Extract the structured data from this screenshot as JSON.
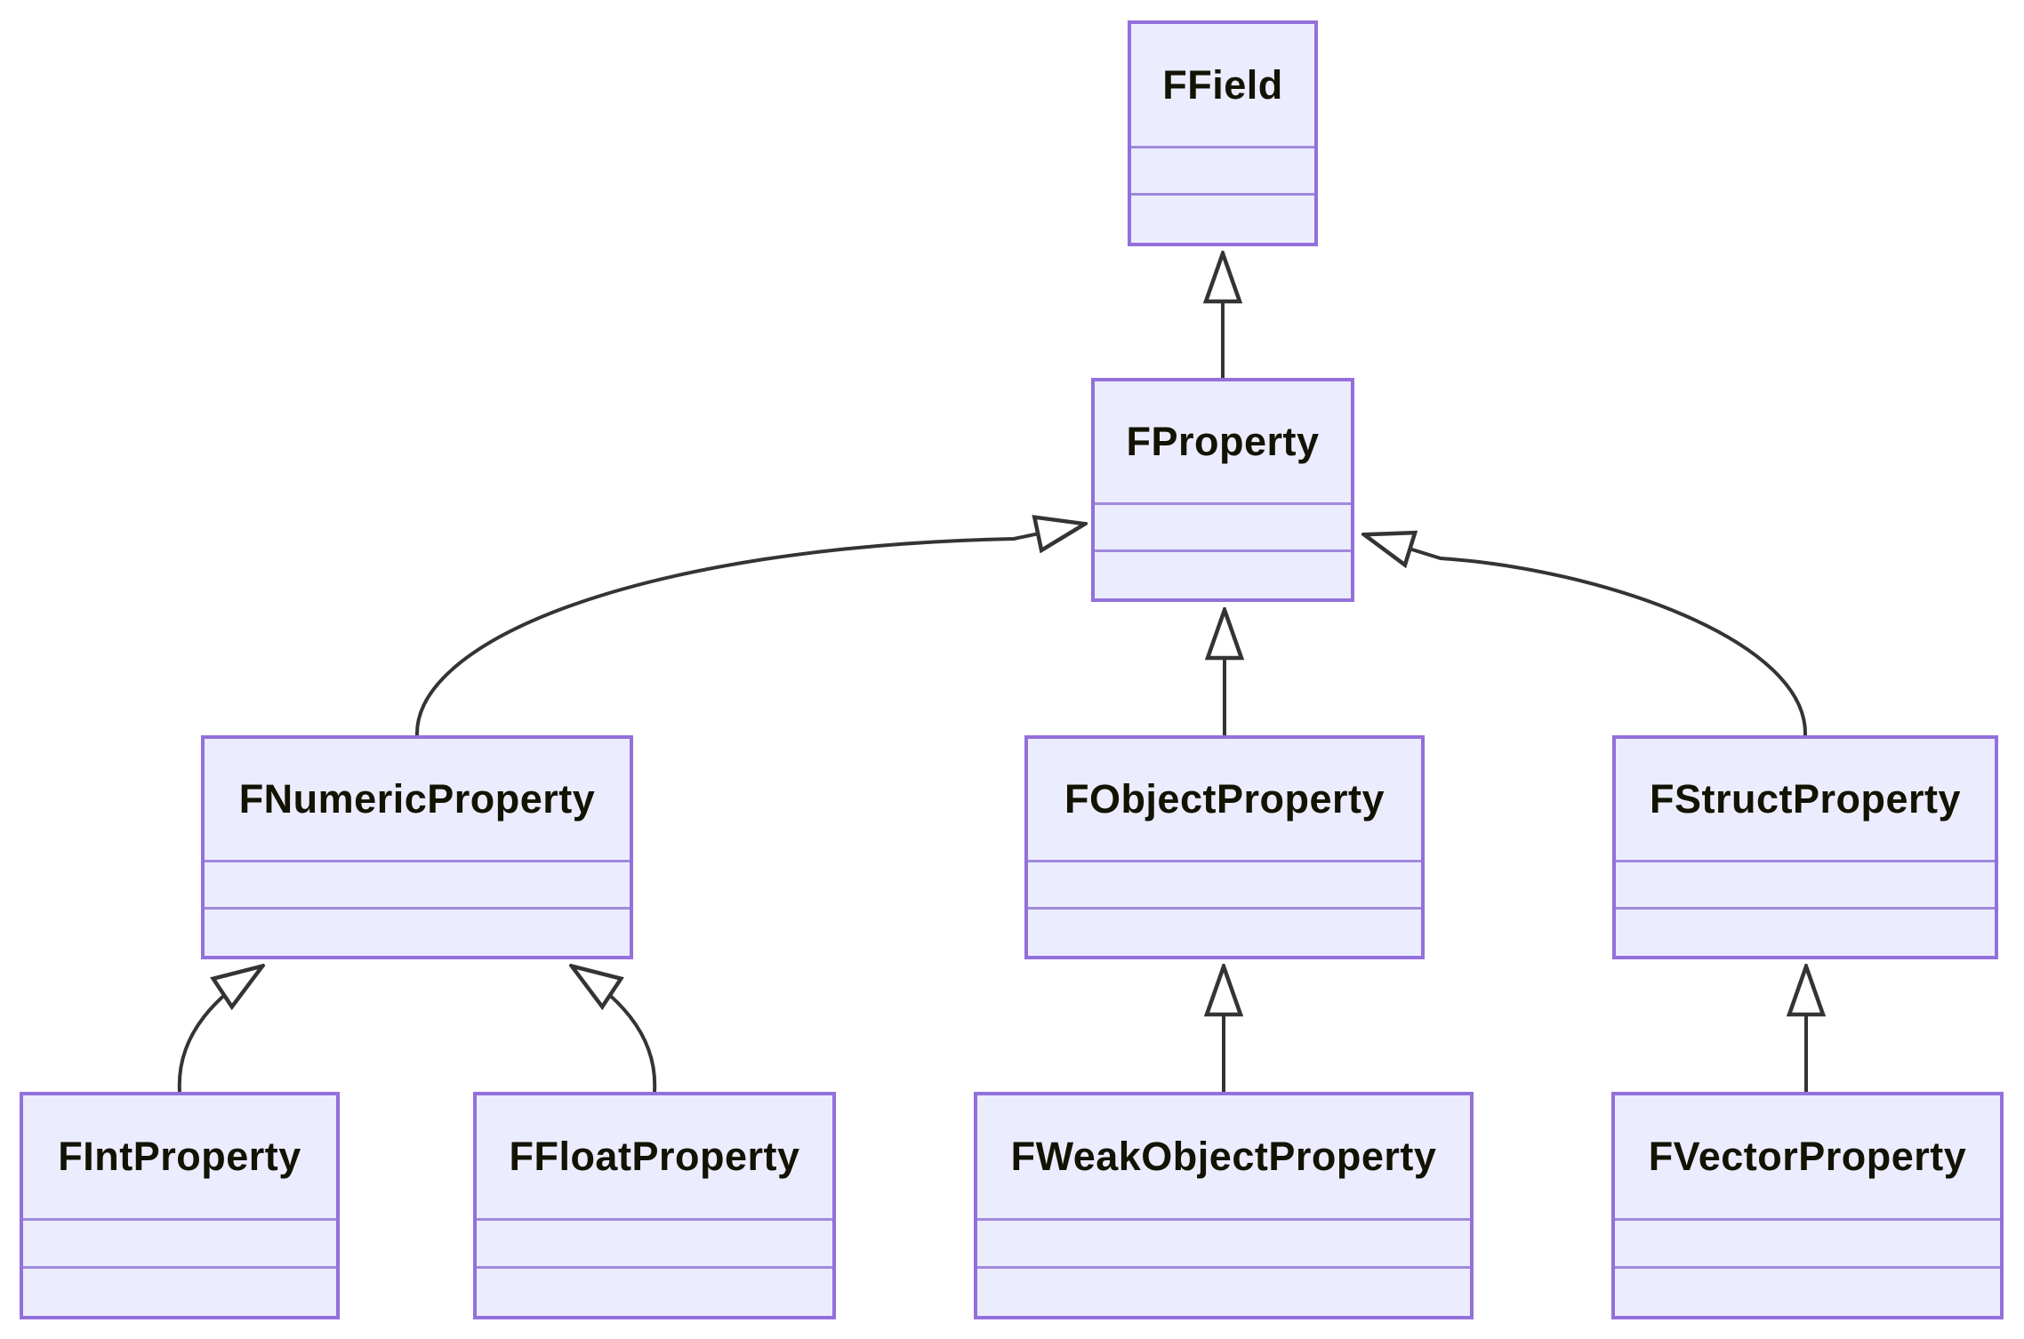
{
  "diagram": {
    "type": "uml-class-diagram",
    "classes": [
      {
        "name": "FField"
      },
      {
        "name": "FProperty"
      },
      {
        "name": "FNumericProperty"
      },
      {
        "name": "FObjectProperty"
      },
      {
        "name": "FStructProperty"
      },
      {
        "name": "FIntProperty"
      },
      {
        "name": "FFloatProperty"
      },
      {
        "name": "FWeakObjectProperty"
      },
      {
        "name": "FVectorProperty"
      }
    ],
    "relationships": [
      {
        "from": "FProperty",
        "to": "FField",
        "type": "inheritance"
      },
      {
        "from": "FNumericProperty",
        "to": "FProperty",
        "type": "inheritance"
      },
      {
        "from": "FObjectProperty",
        "to": "FProperty",
        "type": "inheritance"
      },
      {
        "from": "FStructProperty",
        "to": "FProperty",
        "type": "inheritance"
      },
      {
        "from": "FIntProperty",
        "to": "FNumericProperty",
        "type": "inheritance"
      },
      {
        "from": "FFloatProperty",
        "to": "FNumericProperty",
        "type": "inheritance"
      },
      {
        "from": "FWeakObjectProperty",
        "to": "FObjectProperty",
        "type": "inheritance"
      },
      {
        "from": "FVectorProperty",
        "to": "FStructProperty",
        "type": "inheritance"
      }
    ],
    "colors": {
      "node_fill": "#ECECFF",
      "node_border": "#9370DB",
      "edge": "#343434",
      "text": "#131303",
      "background": "#ffffff"
    }
  }
}
